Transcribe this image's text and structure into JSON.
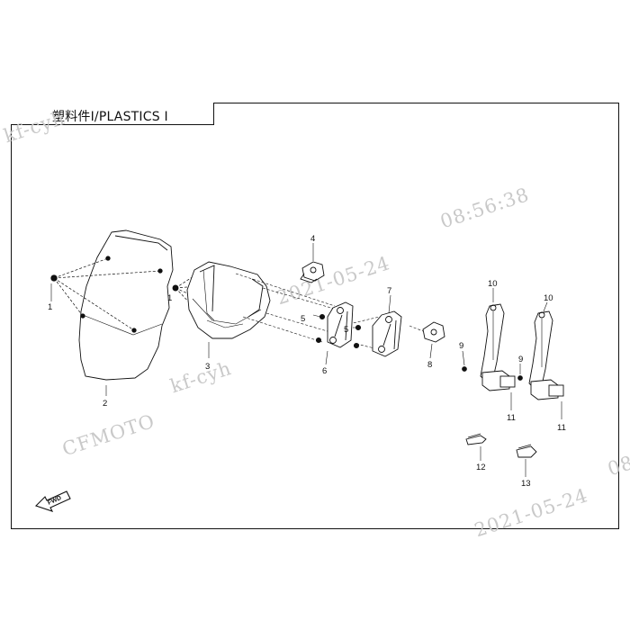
{
  "title": "塑料件Ⅰ/PLASTICS Ⅰ",
  "watermarks": {
    "wm_top": "kf-cyh",
    "wm_date1": "2021-05-24",
    "wm_time1": "08:56:38",
    "wm_brand": "CFMOTO",
    "wm_user": "kf-cyh",
    "wm_date2": "2021-05-24",
    "wm_edge": "08"
  },
  "callouts": [
    "1",
    "2",
    "1",
    "3",
    "4",
    "5",
    "6",
    "5",
    "7",
    "8",
    "9",
    "10",
    "11",
    "9",
    "10",
    "11",
    "12",
    "13"
  ],
  "fwd_label": "FWD",
  "colors": {
    "line": "#111111",
    "watermark": "#c9c9c9",
    "part_fill": "#ffffff"
  }
}
